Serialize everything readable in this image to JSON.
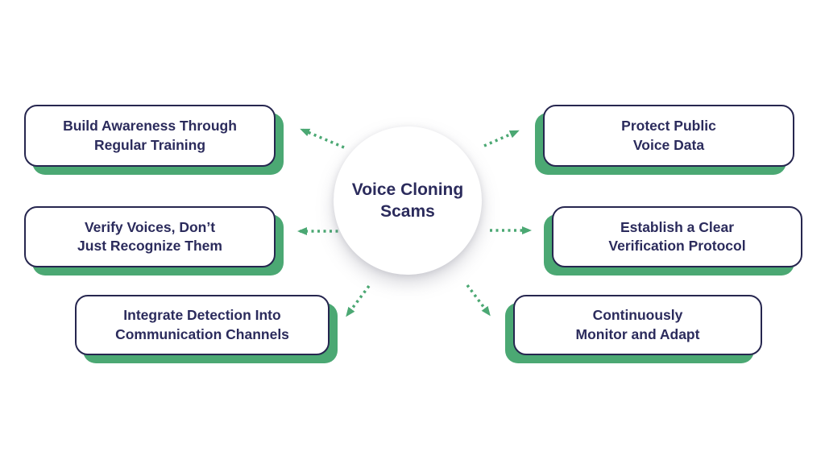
{
  "diagram": {
    "type": "radial-mindmap",
    "center": {
      "label": "Voice Cloning\nScams"
    },
    "boxes": [
      {
        "id": "build-awareness",
        "side": "left",
        "label": "Build Awareness Through\nRegular Training"
      },
      {
        "id": "verify-voices",
        "side": "left",
        "label": "Verify Voices, Don’t\nJust Recognize Them"
      },
      {
        "id": "integrate-detection",
        "side": "left",
        "label": "Integrate Detection Into\nCommunication Channels"
      },
      {
        "id": "protect-voice-data",
        "side": "right",
        "label": "Protect Public\nVoice Data"
      },
      {
        "id": "verification-protocol",
        "side": "right",
        "label": "Establish a Clear\nVerification Protocol"
      },
      {
        "id": "monitor-adapt",
        "side": "right",
        "label": "Continuously\nMonitor and Adapt"
      }
    ],
    "colors": {
      "accent_green": "#4ba873",
      "text_navy": "#2b2b5c",
      "box_border": "#26264f",
      "background": "#ffffff"
    }
  }
}
